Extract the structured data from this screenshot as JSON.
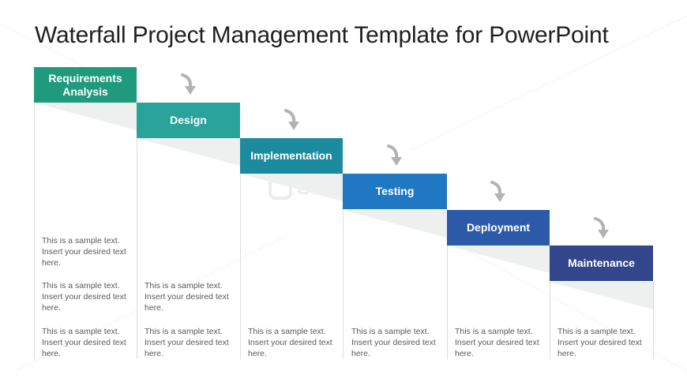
{
  "title": "Waterfall Project Management Template for PowerPoint",
  "watermark": "SlideModel",
  "colors": {
    "requirements": "#1f9a7d",
    "design": "#2aa39b",
    "implementation": "#1d8b9e",
    "testing": "#1f78c1",
    "deployment": "#2c5aa8",
    "maintenance": "#33468c",
    "arrow": "#b3b3b3",
    "guide_line": "#dcdcdc"
  },
  "icons": [
    "curved-down-arrow-icon"
  ],
  "steps": [
    {
      "label": "Requirements Analysis",
      "texts": [
        "This is a sample text. Insert your desired text here.",
        "This is a sample text. Insert your desired text here.",
        "This is a sample text. Insert your desired text here."
      ]
    },
    {
      "label": "Design",
      "texts": [
        "This is a sample text. Insert your desired text here.",
        "This is a sample text. Insert your desired text here."
      ]
    },
    {
      "label": "Implementation",
      "texts": [
        "This is a sample text. Insert your desired text here."
      ]
    },
    {
      "label": "Testing",
      "texts": [
        "This is a sample text. Insert your desired text here."
      ]
    },
    {
      "label": "Deployment",
      "texts": [
        "This is a sample text. Insert your desired text here."
      ]
    },
    {
      "label": "Maintenance",
      "texts": [
        "This is a sample text. Insert your desired text here."
      ]
    }
  ]
}
